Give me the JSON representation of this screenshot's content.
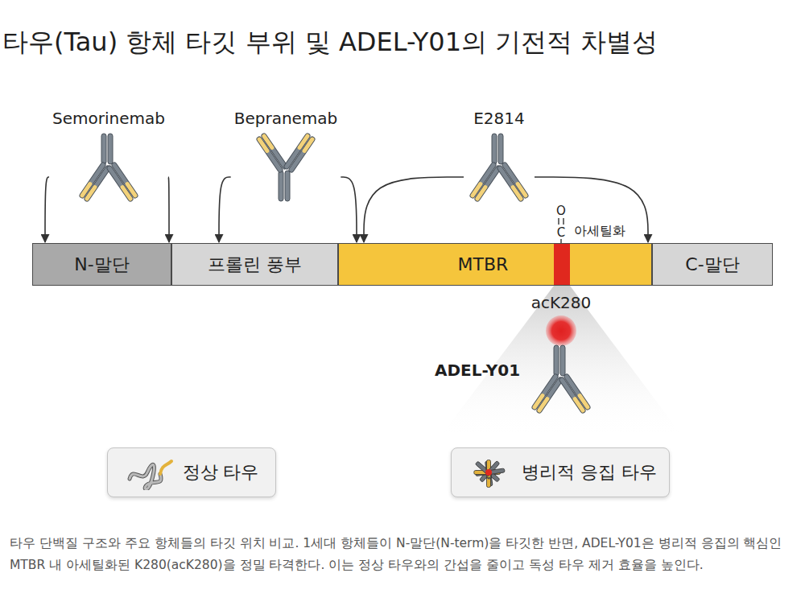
{
  "diagram": {
    "title": "타우(Tau) 항체 타깃 부위 및 ADEL-Y01의 기전적 차별성",
    "caption": "타우 단백질 구조와 주요 항체들의 타깃 위치 비교. 1세대 항체들이 N-말단(N-term)을 타깃한 반면, ADEL-Y01은 병리적 응집의 핵심인 MTBR 내 아세틸화된 K280(acK280)을 정밀 타격한다. 이는 정상 타우와의 간섭을 줄이고 독성 타우 제거 효율을 높인다.",
    "nodes": [
      {
        "text": [
          "Semorinemab"
        ]
      },
      {
        "text": [
          "Bepranemab"
        ]
      },
      {
        "text": [
          "E2814"
        ]
      },
      {
        "text": [
          "N-말단"
        ]
      },
      {
        "text": [
          "프롤린 풍부"
        ]
      },
      {
        "text": [
          "MTBR"
        ]
      },
      {
        "text": [
          "C-말단"
        ]
      },
      {
        "text": [
          "ADEL-Y01"
        ]
      },
      {
        "text": [
          "정상 타우"
        ]
      },
      {
        "text": [
          "병리적 응집 타우"
        ]
      }
    ],
    "edges": [
      {
        "from": 0,
        "to": 3,
        "arrow": "to"
      },
      {
        "from": 0,
        "to": 3,
        "arrow": "to"
      },
      {
        "from": 1,
        "to": 4,
        "arrow": "to"
      },
      {
        "from": 1,
        "to": 5,
        "arrow": "to"
      },
      {
        "from": 2,
        "to": 5,
        "arrow": "to"
      },
      {
        "from": 2,
        "to": 5,
        "arrow": "to"
      }
    ],
    "labels": [
      "O",
      "C",
      "아세틸화",
      "acK280"
    ]
  }
}
